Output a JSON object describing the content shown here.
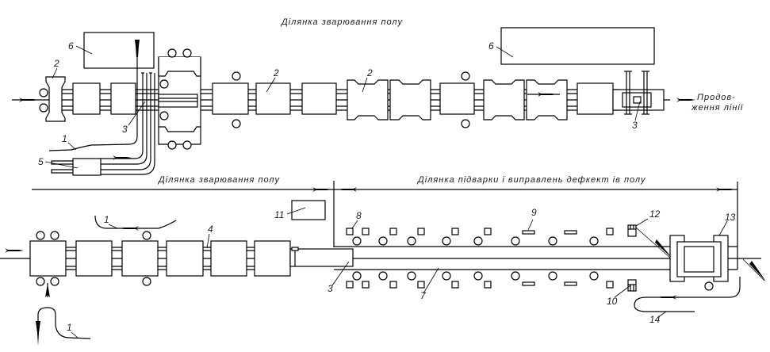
{
  "diagram": {
    "top_section": {
      "title": "Ділянка зварювання полу",
      "continuation_line1": "Продов-",
      "continuation_line2": "ження лінії",
      "callouts": [
        "2",
        "6",
        "3",
        "1",
        "5",
        "2",
        "2",
        "6",
        "3"
      ]
    },
    "bottom_section": {
      "left_title": "Ділянка зварювання полу",
      "right_title": "Ділянка підварки і виправлень дефкект ів полу",
      "callouts": [
        "1",
        "4",
        "11",
        "3",
        "1",
        "8",
        "9",
        "7",
        "12",
        "13",
        "10",
        "14"
      ]
    },
    "colors": {
      "line": "#000000",
      "background": "#ffffff"
    }
  }
}
